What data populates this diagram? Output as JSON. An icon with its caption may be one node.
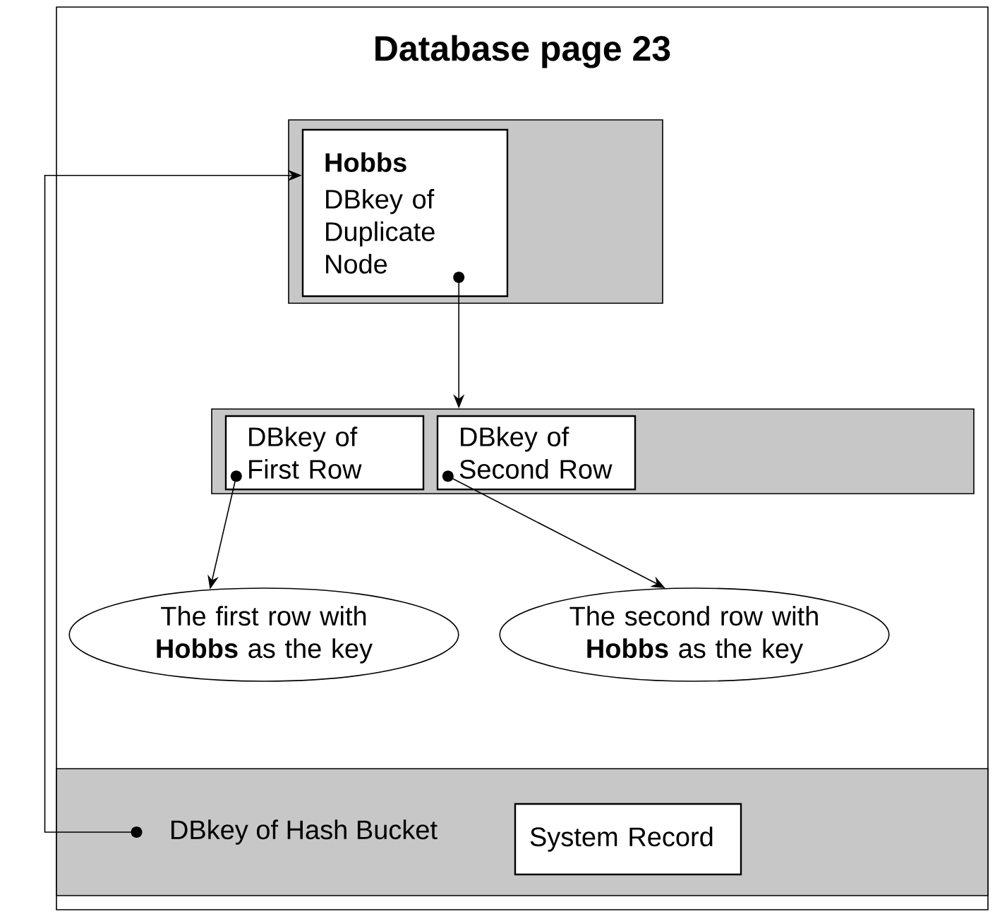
{
  "diagram": {
    "nodes": [
      {
        "text": [
          "Database page 23"
        ]
      },
      {
        "text": [],
        "shape": "box",
        "in": 0
      },
      {
        "text": [
          "Hobbs",
          "DBkey of Duplicate Node"
        ],
        "in": 1
      },
      {
        "text": [],
        "shape": "box",
        "in": 0
      },
      {
        "text": [
          "DBkey of First Row"
        ],
        "in": 3
      },
      {
        "text": [
          "DBkey of Second Row"
        ],
        "in": 3
      },
      {
        "text": [
          "The first row with **Hobbs** as the key"
        ],
        "in": 0
      },
      {
        "text": [
          "The second row with **Hobbs** as the key"
        ],
        "in": 0
      },
      {
        "text": [],
        "shape": "box",
        "in": 0
      },
      {
        "text": [
          "DBkey of Hash Bucket"
        ],
        "in": 8
      },
      {
        "text": [
          "System Record"
        ],
        "in": 8
      }
    ],
    "edges": [
      {
        "from": 9,
        "to": 2,
        "arrow": "to"
      },
      {
        "from": 2,
        "to": 3,
        "arrow": "to"
      },
      {
        "from": 4,
        "to": 6,
        "arrow": "to"
      },
      {
        "from": 5,
        "to": 7,
        "arrow": "to"
      }
    ]
  }
}
